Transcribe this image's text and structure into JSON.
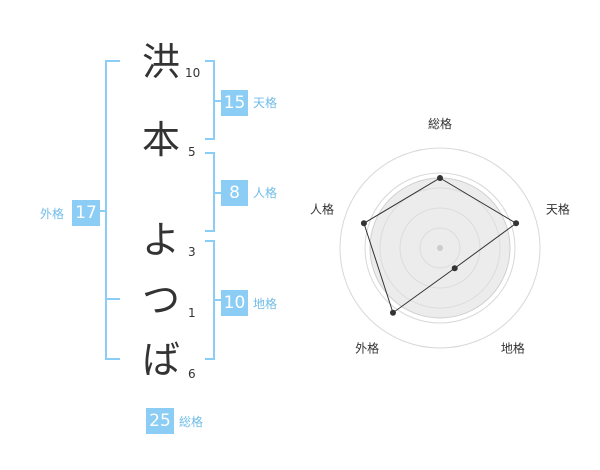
{
  "name": {
    "chars": [
      {
        "char": "洪",
        "strokes": "10"
      },
      {
        "char": "本",
        "strokes": "5"
      },
      {
        "char": "よ",
        "strokes": "3"
      },
      {
        "char": "つ",
        "strokes": "1"
      },
      {
        "char": "ば",
        "strokes": "6"
      }
    ]
  },
  "kakusu": {
    "tenkaku": {
      "value": "15",
      "label": "天格"
    },
    "jinkaku": {
      "value": "8",
      "label": "人格"
    },
    "chikaku": {
      "value": "10",
      "label": "地格"
    },
    "gaikaku": {
      "value": "17",
      "label": "外格"
    },
    "soukaku": {
      "value": "25",
      "label": "総格"
    }
  },
  "colors": {
    "accent": "#8ccdf5",
    "label": "#6fbce8",
    "text": "#333333"
  },
  "chart_data": {
    "type": "radar",
    "axes": [
      "総格",
      "天格",
      "地格",
      "外格",
      "人格"
    ],
    "values": [
      0.7,
      0.8,
      0.25,
      0.8,
      0.8
    ],
    "range": [
      0,
      1
    ],
    "rings": 4
  }
}
